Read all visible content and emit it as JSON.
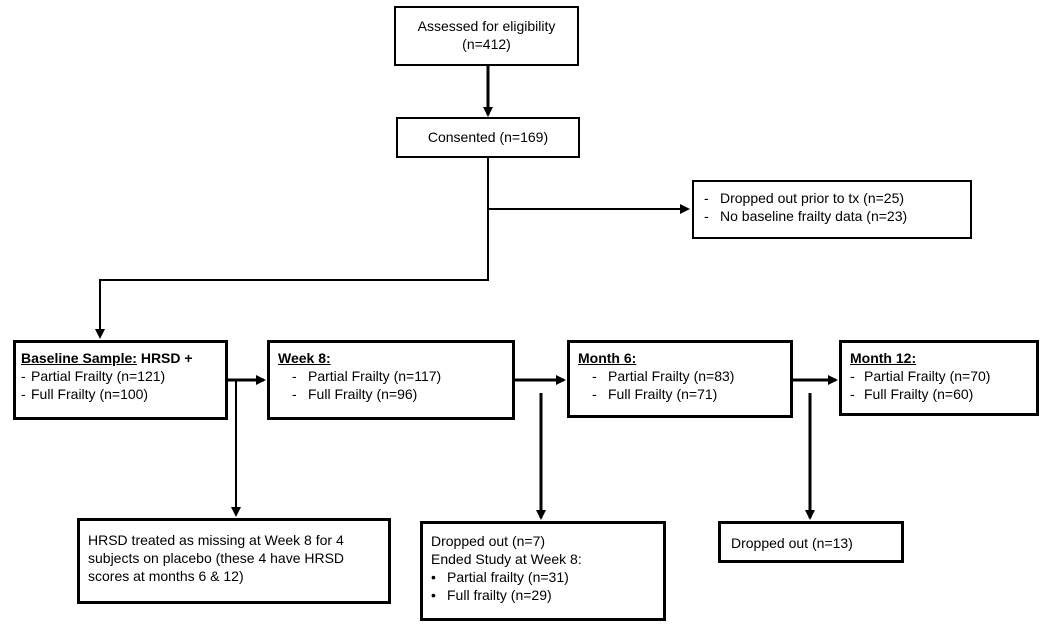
{
  "diagram": {
    "assessed": {
      "line1": "Assessed for eligibility",
      "line2": "(n=412)"
    },
    "consented": {
      "text": "Consented (n=169)"
    },
    "excluded": {
      "items": [
        "Dropped out prior to tx (n=25)",
        "No baseline frailty data (n=23)"
      ]
    },
    "baseline": {
      "title": "Baseline Sample:",
      "title_suffix": "HRSD +",
      "items": [
        "Partial Frailty (n=121)",
        "Full Frailty (n=100)"
      ]
    },
    "week8": {
      "title": "Week 8:",
      "items": [
        "Partial Frailty (n=117)",
        "Full Frailty (n=96)"
      ]
    },
    "month6": {
      "title": "Month 6:",
      "items": [
        "Partial Frailty (n=83)",
        "Full Frailty (n=71)"
      ]
    },
    "month12": {
      "title": "Month 12:",
      "items": [
        "Partial Frailty (n=70)",
        "Full Frailty (n=60)"
      ]
    },
    "hrsd_note": {
      "lines": [
        "HRSD treated as missing at Week 8 for 4",
        "subjects on placebo (these 4 have HRSD",
        "scores at months 6 & 12)"
      ]
    },
    "week8_dropout": {
      "line1": "Dropped out (n=7)",
      "line2": "Ended Study at Week 8:",
      "items": [
        "Partial frailty (n=31)",
        "Full frailty (n=29)"
      ]
    },
    "month6_dropout": {
      "text": "Dropped out (n=13)"
    },
    "markers": {
      "dash": "-",
      "bullet": "•"
    }
  }
}
